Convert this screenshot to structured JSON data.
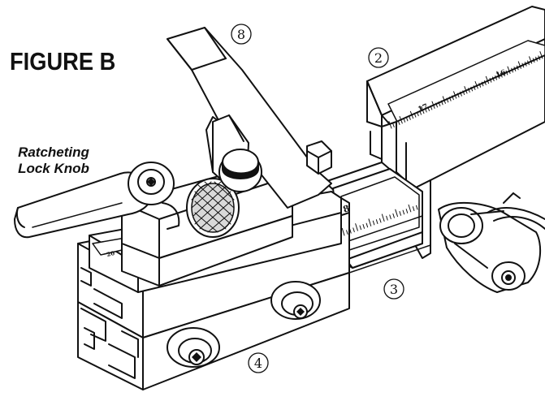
{
  "figure": {
    "title": "FIGURE B",
    "callout_lines": [
      "Ratcheting",
      "Lock Knob"
    ]
  },
  "part_labels": [
    "8",
    "2",
    "3",
    "4"
  ],
  "scale_numbers": [
    "16",
    "17",
    "8",
    "20"
  ],
  "colors": {
    "ink": "#111111",
    "paper": "#ffffff",
    "shade": "#d9d9d9"
  }
}
